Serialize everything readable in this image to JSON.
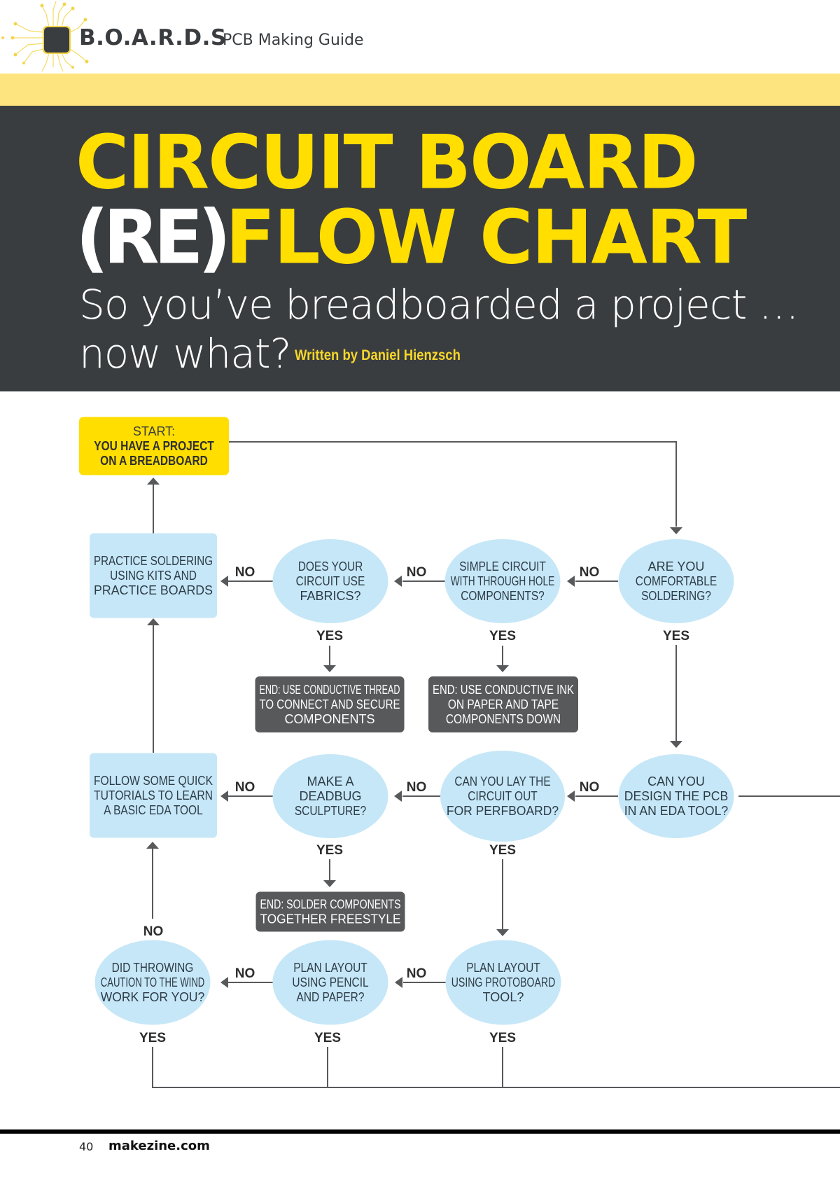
{
  "header": {
    "series_title": "B.O.A.R.D.S",
    "series_subtitle": "PCB Making Guide",
    "logo_icon": "circuit-chip-icon"
  },
  "hero": {
    "title_line1": "CIRCUIT BOARD",
    "title_line2_white": "(RE)",
    "title_line2_yellow": "FLOW CHART",
    "subtitle_line1": "So you’ve breadboarded a project …",
    "subtitle_line2": "now what?",
    "byline": "Written by Daniel Hienzsch"
  },
  "colors": {
    "accent_yellow": "#ffde00",
    "band_yellow": "#fde47f",
    "dark": "#3a3d40",
    "node_blue": "#c6e7f7",
    "end_gray": "#58595b",
    "connector": "#58595b"
  },
  "flowchart": {
    "nodes": [
      {
        "id": "start",
        "type": "start",
        "lines": [
          "START:",
          "YOU HAVE A PROJECT",
          "ON A BREADBOARD"
        ]
      },
      {
        "id": "practice",
        "type": "action",
        "lines": [
          "PRACTICE SOLDERING",
          "USING KITS AND",
          "PRACTICE BOARDS"
        ]
      },
      {
        "id": "fabrics",
        "type": "decision",
        "lines": [
          "DOES YOUR",
          "CIRCUIT USE",
          "FABRICS?"
        ]
      },
      {
        "id": "through_hole",
        "type": "decision",
        "lines": [
          "SIMPLE CIRCUIT",
          "WITH THROUGH HOLE",
          "COMPONENTS?"
        ]
      },
      {
        "id": "comfortable",
        "type": "decision",
        "lines": [
          "ARE YOU",
          "COMFORTABLE",
          "SOLDERING?"
        ]
      },
      {
        "id": "end_thread",
        "type": "end",
        "lines": [
          "END: USE CONDUCTIVE THREAD",
          "TO CONNECT AND SECURE",
          "COMPONENTS"
        ]
      },
      {
        "id": "end_ink",
        "type": "end",
        "lines": [
          "END: USE CONDUCTIVE INK",
          "ON PAPER AND TAPE",
          "COMPONENTS DOWN"
        ]
      },
      {
        "id": "tutorials",
        "type": "action",
        "lines": [
          "FOLLOW SOME QUICK",
          "TUTORIALS TO LEARN",
          "A BASIC EDA TOOL"
        ]
      },
      {
        "id": "deadbug",
        "type": "decision",
        "lines": [
          "MAKE A",
          "DEADBUG",
          "SCULPTURE?"
        ]
      },
      {
        "id": "perfboard",
        "type": "decision",
        "lines": [
          "CAN YOU LAY THE",
          "CIRCUIT OUT",
          "FOR PERFBOARD?"
        ]
      },
      {
        "id": "eda",
        "type": "decision",
        "lines": [
          "CAN YOU",
          "DESIGN THE PCB",
          "IN AN EDA TOOL?"
        ]
      },
      {
        "id": "end_solder",
        "type": "end",
        "lines": [
          "END: SOLDER COMPONENTS",
          "TOGETHER FREESTYLE"
        ]
      },
      {
        "id": "throwing_caution",
        "type": "decision",
        "lines": [
          "DID THROWING",
          "CAUTION TO THE WIND",
          "WORK FOR YOU?"
        ]
      },
      {
        "id": "pencil",
        "type": "decision",
        "lines": [
          "PLAN LAYOUT",
          "USING PENCIL",
          "AND PAPER?"
        ]
      },
      {
        "id": "protoboard",
        "type": "decision",
        "lines": [
          "PLAN LAYOUT",
          "USING PROTOBOARD",
          "TOOL?"
        ]
      }
    ],
    "edges": [
      {
        "from": "start",
        "to": "comfortable",
        "label": ""
      },
      {
        "from": "comfortable",
        "to": "through_hole",
        "label": "NO"
      },
      {
        "from": "through_hole",
        "to": "fabrics",
        "label": "NO"
      },
      {
        "from": "fabrics",
        "to": "practice",
        "label": "NO"
      },
      {
        "from": "practice",
        "to": "start",
        "label": ""
      },
      {
        "from": "fabrics",
        "to": "end_thread",
        "label": "YES"
      },
      {
        "from": "through_hole",
        "to": "end_ink",
        "label": "YES"
      },
      {
        "from": "comfortable",
        "to": "eda",
        "label": "YES"
      },
      {
        "from": "eda",
        "to": "perfboard",
        "label": "NO"
      },
      {
        "from": "eda",
        "to": "off_page",
        "label": ""
      },
      {
        "from": "perfboard",
        "to": "deadbug",
        "label": "NO"
      },
      {
        "from": "deadbug",
        "to": "tutorials",
        "label": "NO"
      },
      {
        "from": "tutorials",
        "to": "practice",
        "label": ""
      },
      {
        "from": "deadbug",
        "to": "end_solder",
        "label": "YES"
      },
      {
        "from": "perfboard",
        "to": "protoboard",
        "label": "YES"
      },
      {
        "from": "protoboard",
        "to": "pencil",
        "label": "NO"
      },
      {
        "from": "pencil",
        "to": "throwing_caution",
        "label": "NO"
      },
      {
        "from": "throwing_caution",
        "to": "tutorials",
        "label": "NO"
      },
      {
        "from": "throwing_caution",
        "to": "off_page",
        "label": "YES"
      },
      {
        "from": "pencil",
        "to": "off_page",
        "label": "YES"
      },
      {
        "from": "protoboard",
        "to": "off_page",
        "label": "YES"
      }
    ]
  },
  "footer": {
    "page_number": "40",
    "site": "makezine.com"
  }
}
